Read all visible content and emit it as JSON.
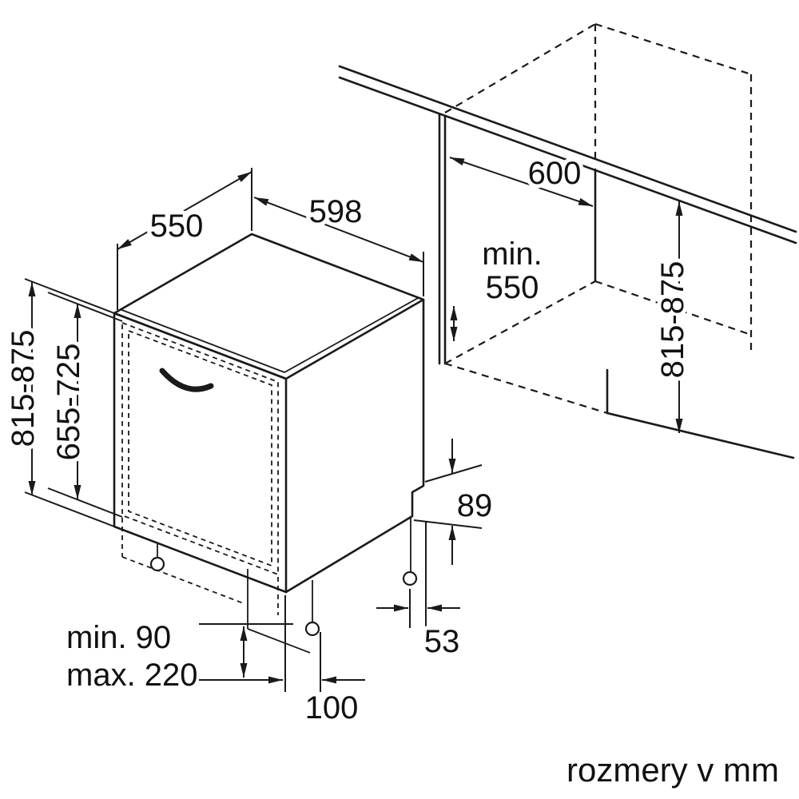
{
  "diagram": {
    "caption": "rozmery v mm",
    "dims": {
      "depth": "550",
      "width": "598",
      "niche_width": "600",
      "niche_depth_l1": "min.",
      "niche_depth_l2": "550",
      "height": "815-875",
      "door_height": "655-725",
      "niche_height": "815-875",
      "plinth_height": "89",
      "plinth_depth": "53",
      "panel_min": "min. 90",
      "panel_max": "max. 220",
      "foot_inset": "100"
    }
  }
}
